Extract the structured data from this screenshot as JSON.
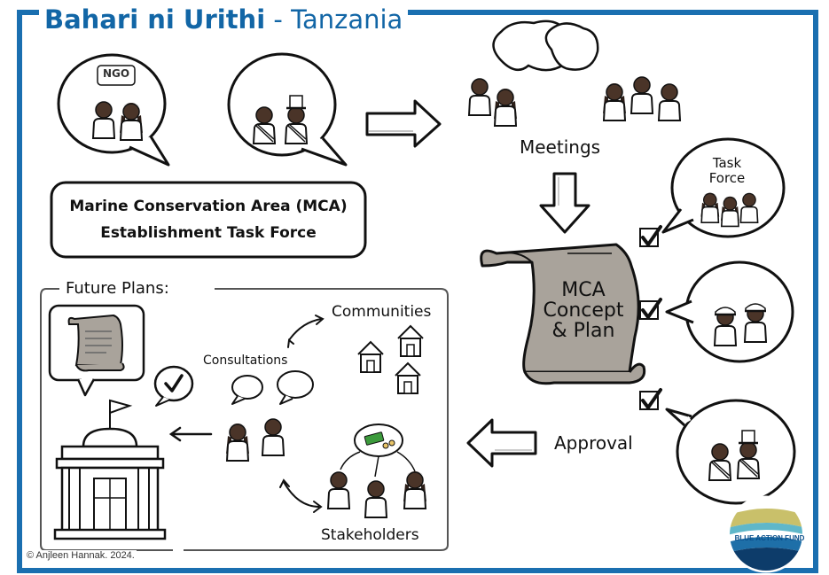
{
  "header": {
    "title_main": "Bahari ni Urithi",
    "title_separator": " - ",
    "title_region": "Tanzania"
  },
  "speech_left": {
    "ngo_tag": "NGO"
  },
  "task_force_box": {
    "line1": "Marine Conservation Area (MCA)",
    "line2": "Establishment Task Force"
  },
  "meetings": {
    "label": "Meetings"
  },
  "scroll": {
    "line1": "MCA",
    "line2": "Concept",
    "line3": "& Plan"
  },
  "approval": {
    "label": "Approval",
    "task_force_line1": "Task",
    "task_force_line2": "Force"
  },
  "future": {
    "heading": "Future Plans:",
    "consultations": "Consultations",
    "communities": "Communities",
    "stakeholders": "Stakeholders"
  },
  "credit": "© Anjleen Hannak. 2024.",
  "logo": {
    "text": "BLUE ACTION FUND"
  },
  "colors": {
    "frame": "#1a6fb0",
    "title": "#1266a6",
    "scroll_fill": "#a9a39b",
    "money_green": "#3c9a3c"
  }
}
